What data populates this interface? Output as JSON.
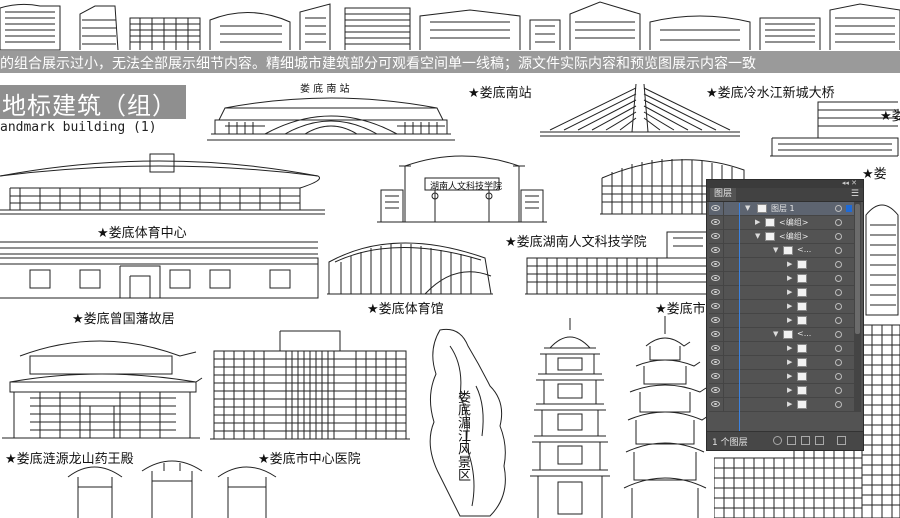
{
  "banner": "的组合展示过小，无法全部展示细节内容。精细城市建筑部分可观看空间单一线稿；源文件实际内容和预览图展示内容一致",
  "title": "地标建筑（组）",
  "subtitle": "andmark building (1)",
  "labels": {
    "nanzhan": "★娄底南站",
    "daqiao": "★娄底冷水江新城大桥",
    "tiyuzhongxin": "★娄底体育中心",
    "xueyuan": "★娄底湖南人文科技学院",
    "guofan": "★娄底曾国藩故居",
    "tiyuguan": "★娄底体育馆",
    "shi": "★娄底市",
    "right1": "★娄",
    "yaowang": "★娄底涟源龙山药王殿",
    "yiyuan": "★娄底市中心医院",
    "scenic": "娄底湄江风景区"
  },
  "signs": {
    "station": "娄 底 南 站",
    "college": "湖南人文科技学院"
  },
  "layers_panel": {
    "tab": "图层",
    "menu_icon": "menu-icon",
    "layer1": "图层 1",
    "group": "<编组>",
    "group_short": "<...",
    "footer_count": "1 个图层",
    "collapse_icon": "collapse-icon"
  }
}
